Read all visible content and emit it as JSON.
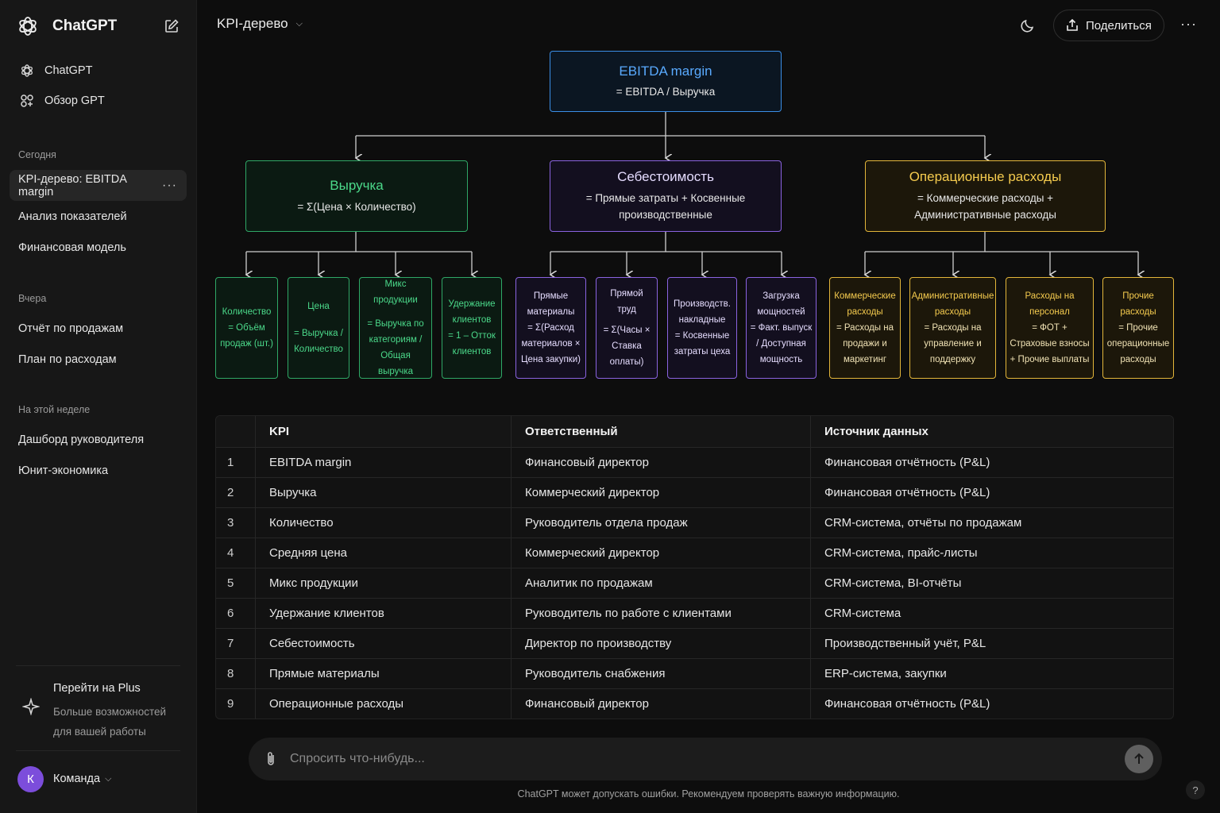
{
  "sidebar": {
    "brand": "ChatGPT",
    "nav": [
      {
        "label": "ChatGPT",
        "icon": "chatgpt-icon"
      },
      {
        "label": "Обзор GPT",
        "icon": "grid-icon"
      }
    ],
    "sections": [
      {
        "label": "Сегодня",
        "items": [
          "KPI-дерево: EBITDA margin",
          "Анализ показателей",
          "Финансовая модель"
        ]
      },
      {
        "label": "Вчера",
        "items": [
          "Отчёт по продажам",
          "План по расходам"
        ]
      },
      {
        "label": "На этой неделе",
        "items": [
          "Дашборд руководителя",
          "Юнит-экономика"
        ]
      }
    ],
    "active_item_dots": "···",
    "upgrade": {
      "title": "Перейти на Plus",
      "subtitle": "Больше возможностей для вашей работы"
    },
    "user": {
      "initial": "К",
      "name": "Команда"
    }
  },
  "header": {
    "title": "KPI-дерево",
    "share_label": "Поделиться",
    "more": "···"
  },
  "tree": {
    "root": {
      "title": "EBITDA margin",
      "formula": "= EBITDA / Выручка"
    },
    "level1": [
      {
        "title": "Выручка",
        "formula": "= Σ(Цена × Количество)"
      },
      {
        "title": "Себестоимость",
        "formula": "= Прямые затраты + Косвенные производственные"
      },
      {
        "title": "Операционные расходы",
        "formula": "= Коммерческие расходы + Административные расходы"
      }
    ],
    "leaves_revenue": [
      {
        "title": "Количество",
        "formula": "= Объём продаж (шт.)"
      },
      {
        "title": "Цена",
        "formula": "= Выручка / Количество"
      },
      {
        "title": "Микс продукции",
        "formula": "= Выручка по категориям / Общая выручка"
      },
      {
        "title": "Удержание клиентов",
        "formula": "= 1 – Отток клиентов"
      }
    ],
    "leaves_cost": [
      {
        "title": "Прямые материалы",
        "formula": "= Σ(Расход материалов × Цена закупки)"
      },
      {
        "title": "Прямой труд",
        "formula": "= Σ(Часы × Ставка оплаты)"
      },
      {
        "title": "Производств. накладные",
        "formula": "= Косвенные затраты цеха"
      },
      {
        "title": "Загрузка мощностей",
        "formula": "= Факт. выпуск / Доступная мощность"
      }
    ],
    "leaves_opex": [
      {
        "title": "Коммерческие расходы",
        "formula": "= Расходы на продажи и маркетинг"
      },
      {
        "title": "Административные расходы",
        "formula": "= Расходы на управление и поддержку"
      },
      {
        "title": "Расходы на персонал",
        "formula": "= ФОТ + Страховые взносы + Прочие выплаты"
      },
      {
        "title": "Прочие расходы",
        "formula": "= Прочие операционные расходы"
      }
    ],
    "colors": {
      "blue": "#3a8ee6",
      "green": "#2fa866",
      "purple": "#8a63e0",
      "yellow": "#e3b63a"
    }
  },
  "table": {
    "headers": [
      "",
      "KPI",
      "Ответственный",
      "Источник данных"
    ],
    "rows": [
      [
        "1",
        "EBITDA margin",
        "Финансовый директор",
        "Финансовая отчётность (P&L)"
      ],
      [
        "2",
        "Выручка",
        "Коммерческий директор",
        "Финансовая отчётность (P&L)"
      ],
      [
        "3",
        "Количество",
        "Руководитель отдела продаж",
        "CRM-система, отчёты по продажам"
      ],
      [
        "4",
        "Средняя цена",
        "Коммерческий директор",
        "CRM-система, прайс-листы"
      ],
      [
        "5",
        "Микс продукции",
        "Аналитик по продажам",
        "CRM-система, BI-отчёты"
      ],
      [
        "6",
        "Удержание клиентов",
        "Руководитель по работе с клиентами",
        "CRM-система"
      ],
      [
        "7",
        "Себестоимость",
        "Директор по производству",
        "Производственный учёт, P&L"
      ],
      [
        "8",
        "Прямые материалы",
        "Руководитель снабжения",
        "ERP-система, закупки"
      ],
      [
        "9",
        "Операционные расходы",
        "Финансовый директор",
        "Финансовая отчётность (P&L)"
      ]
    ]
  },
  "composer": {
    "placeholder": "Спросить что-нибудь..."
  },
  "footer_note": "ChatGPT может допускать ошибки. Рекомендуем проверять важную информацию.",
  "help": "?"
}
